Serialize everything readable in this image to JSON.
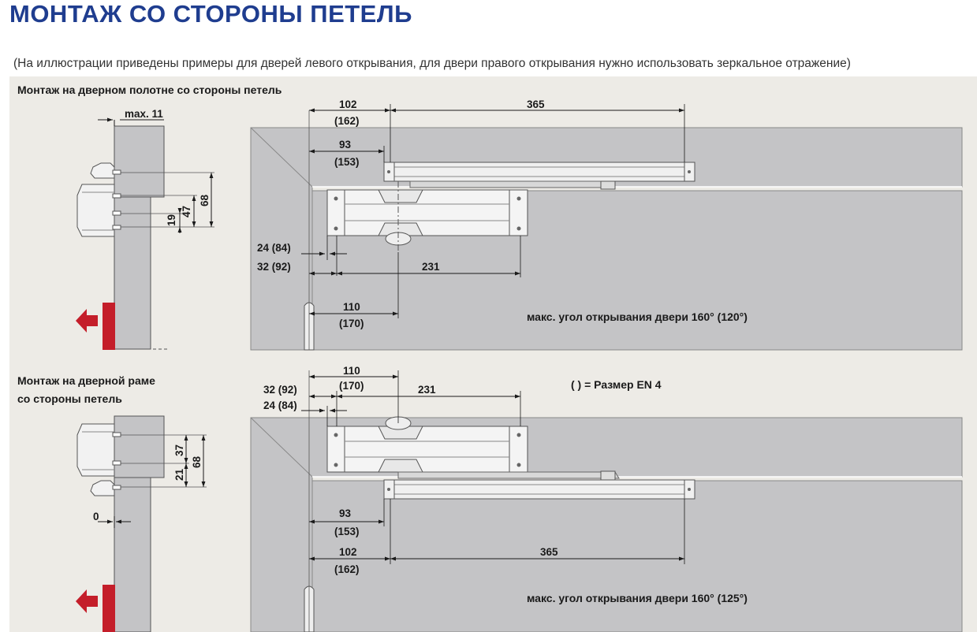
{
  "header": {
    "title": "МОНТАЖ СО СТОРОНЫ ПЕТЕЛЬ",
    "subtitle": "(На иллюстрации приведены примеры для дверей левого открывания, для двери правого открывания нужно использовать зеркальное отражение)"
  },
  "colors": {
    "title": "#1f3d8f",
    "panel_bg": "#edebe6",
    "door_grey": "#c4c4c6",
    "hinge_red": "#c41e2a"
  },
  "top": {
    "label": "Монтаж на дверном полотне со стороны петель",
    "max11": "max. 11",
    "d19": "19",
    "d47": "47",
    "d68": "68",
    "d102": "102",
    "d162": "(162)",
    "d365": "365",
    "d93": "93",
    "d153": "(153)",
    "d24": "24 (84)",
    "d32": "32 (92)",
    "d231": "231",
    "d110": "110",
    "d170": "(170)",
    "angle": "макс. угол открывания двери 160° (120°)"
  },
  "bottom": {
    "label_line1": "Монтаж на дверной раме",
    "label_line2": "со стороны петель",
    "d0": "0",
    "d21": "21",
    "d37": "37",
    "d68": "68",
    "d110": "110",
    "d170": "(170)",
    "d32": "32 (92)",
    "d231": "231",
    "d24": "24 (84)",
    "legend": "( ) = Размер EN 4",
    "d93": "93",
    "d153": "(153)",
    "d102": "102",
    "d162": "(162)",
    "d365": "365",
    "angle": "макс. угол открывания двери 160° (125°)"
  }
}
